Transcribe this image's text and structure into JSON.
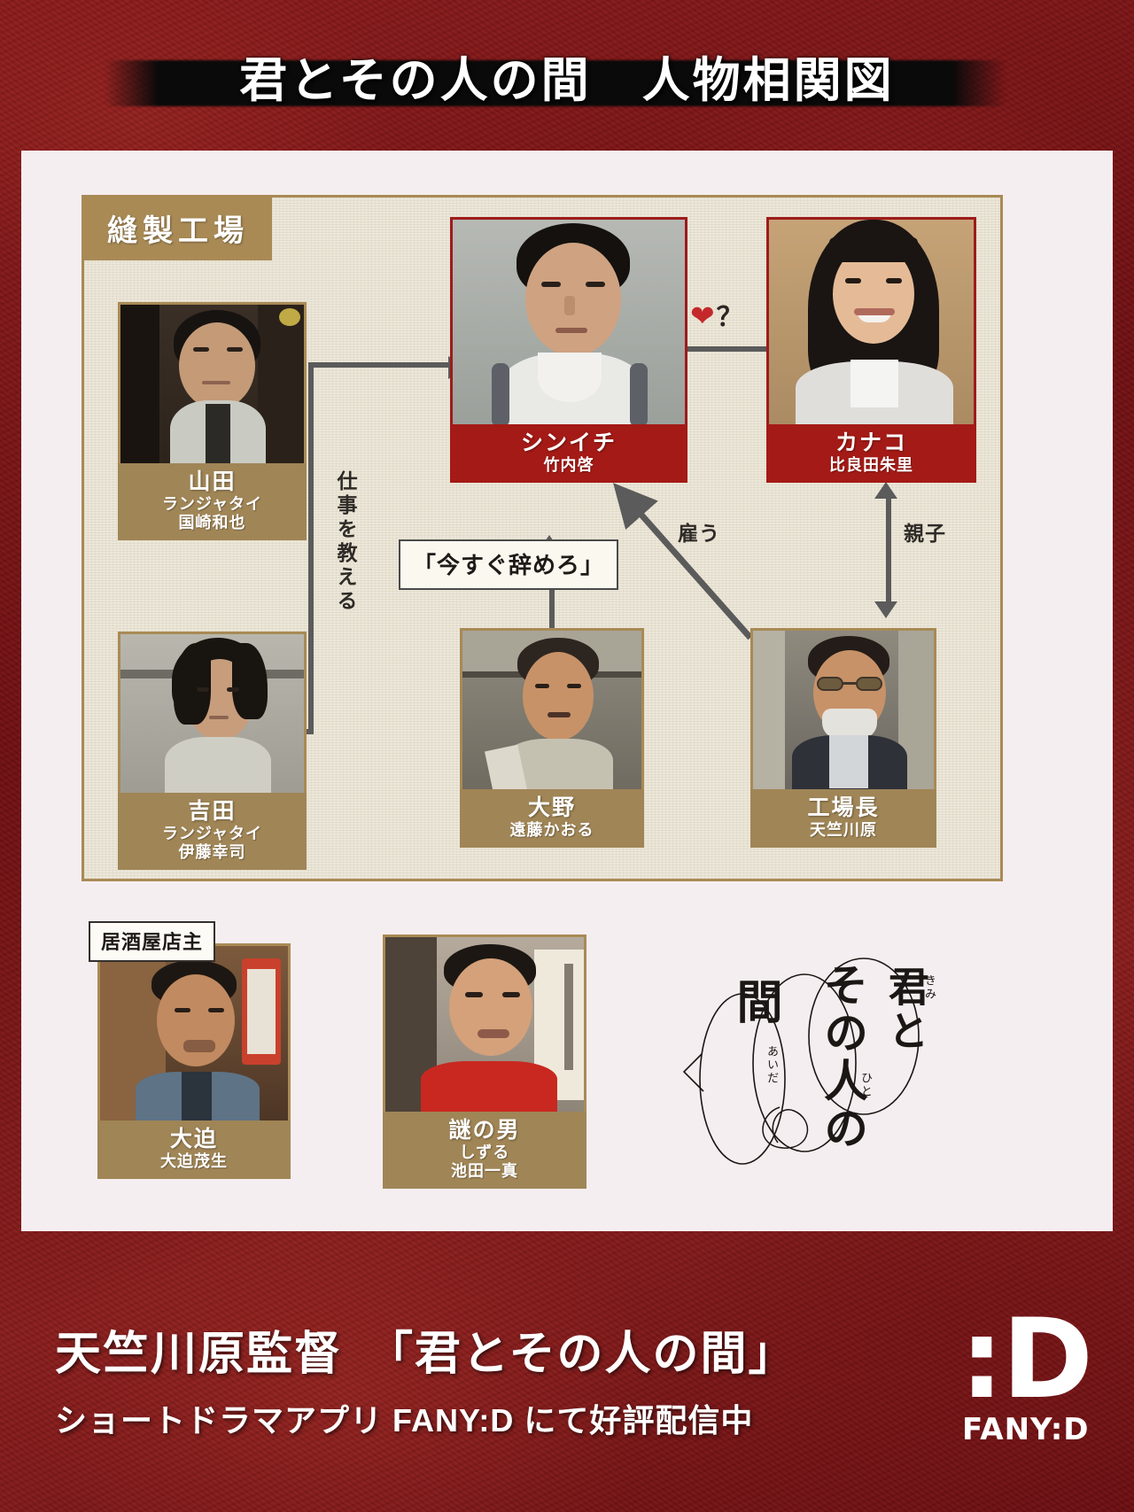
{
  "title": "君とその人の間　人物相関図",
  "group": {
    "label": "縫製工場"
  },
  "characters": {
    "yamada": {
      "name": "山田",
      "sub": "ランジャタイ",
      "sub2": "国崎和也"
    },
    "yoshida": {
      "name": "吉田",
      "sub": "ランジャタイ",
      "sub2": "伊藤幸司"
    },
    "shinichi": {
      "name": "シンイチ",
      "sub": "竹内啓",
      "sub2": ""
    },
    "kanako": {
      "name": "カナコ",
      "sub": "比良田朱里",
      "sub2": ""
    },
    "ono": {
      "name": "大野",
      "sub": "遠藤かおる",
      "sub2": ""
    },
    "kojocho": {
      "name": "工場長",
      "sub": "天竺川原",
      "sub2": ""
    },
    "osako": {
      "name": "大迫",
      "sub": "大迫茂生",
      "sub2": ""
    },
    "nazo": {
      "name": "謎の男",
      "sub": "しずる",
      "sub2": "池田一真"
    }
  },
  "tags": {
    "izakaya": "居酒屋店主"
  },
  "relations": {
    "teach": "仕事を教える",
    "quit_quote": "「今すぐ辞めろ」",
    "hire": "雇う",
    "parent_child": "親子",
    "romance_heart": "❤",
    "romance_question": "？"
  },
  "logo": {
    "line_right": "君と",
    "line_mid": "その人の",
    "line_left": "間",
    "furi_kimi": "きみ",
    "furi_hito": "ひと",
    "furi_aida": "あいだ"
  },
  "footer": {
    "line1": "天竺川原監督　「君とその人の間」",
    "line2": "ショートドラマアプリ FANY:D にて好評配信中",
    "logo_mark": ":D",
    "logo_word": "FANY:D"
  },
  "colors": {
    "brand_red": "#7d1518",
    "card_red": "#a41a16",
    "card_brown": "#a08556",
    "panel_bg": "#f5eef0",
    "factory_bg": "#ece7d9",
    "factory_border": "#a98a55",
    "line_gray": "#5b5b5b"
  }
}
